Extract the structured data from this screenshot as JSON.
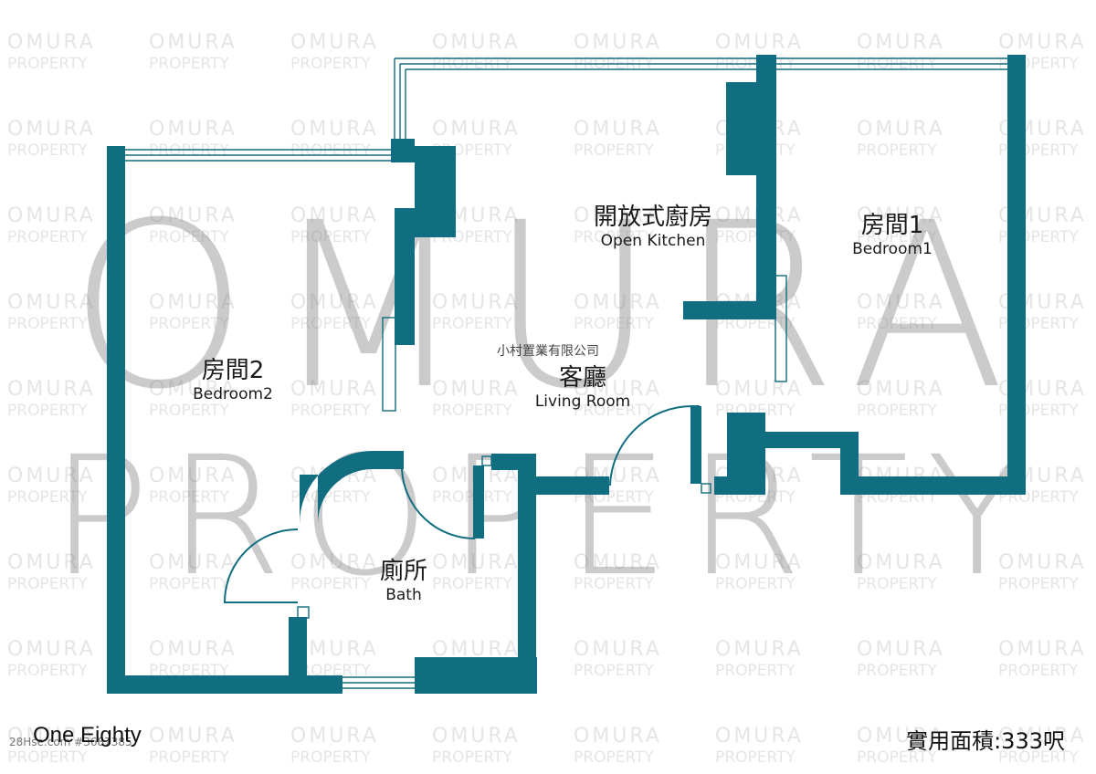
{
  "colors": {
    "wall": "#116d80",
    "window": "#116d80",
    "text": "#1a1a1a"
  },
  "watermark": {
    "line1": "OMURA",
    "line2": "PROPERTY",
    "tile_line1": "OMURA",
    "tile_line2": "PROPERTY"
  },
  "company": "小村置業有限公司",
  "rooms": {
    "kitchen": {
      "zh": "開放式廚房",
      "en": "Open Kitchen"
    },
    "bedroom1": {
      "zh": "房間1",
      "en": "Bedroom1"
    },
    "bedroom2": {
      "zh": "房間2",
      "en": "Bedroom2"
    },
    "living": {
      "zh": "客廳",
      "en": "Living Room"
    },
    "bath": {
      "zh": "廁所",
      "en": "Bath"
    }
  },
  "footer": {
    "estate": "One Eighty",
    "area": "實用面積:333呎",
    "source": "28Hse.com #3687385"
  }
}
